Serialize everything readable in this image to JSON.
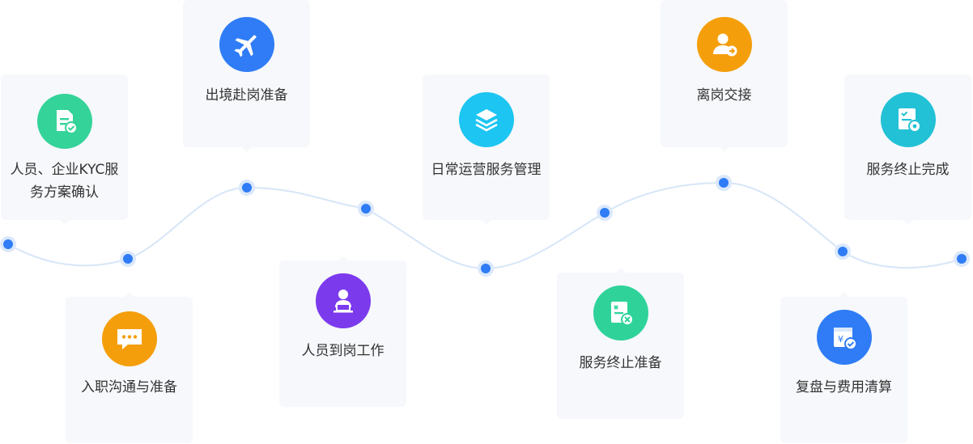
{
  "steps": [
    {
      "label": "人员、企业KYC服务方案确认",
      "icon": "document-check-icon",
      "color": "#34d399"
    },
    {
      "label": "入职沟通与准备",
      "icon": "chat-bubble-icon",
      "color": "#f59e0b"
    },
    {
      "label": "出境赴岗准备",
      "icon": "airplane-icon",
      "color": "#2f7cf6"
    },
    {
      "label": "人员到岗工作",
      "icon": "worker-laptop-icon",
      "color": "#7c3aed"
    },
    {
      "label": "日常运营服务管理",
      "icon": "layers-icon",
      "color": "#1cc5f2"
    },
    {
      "label": "服务终止准备",
      "icon": "document-tools-icon",
      "color": "#2fd39a"
    },
    {
      "label": "离岗交接",
      "icon": "user-arrow-icon",
      "color": "#f59e0b"
    },
    {
      "label": "复盘与费用清算",
      "icon": "wallet-check-icon",
      "color": "#2f7cf6"
    },
    {
      "label": "服务终止完成",
      "icon": "checklist-settings-icon",
      "color": "#22c1d6"
    }
  ],
  "colors": {
    "path_line": "#d7e6f8",
    "node_fill": "#2f7cf6",
    "node_halo": "#dbe8fb"
  }
}
